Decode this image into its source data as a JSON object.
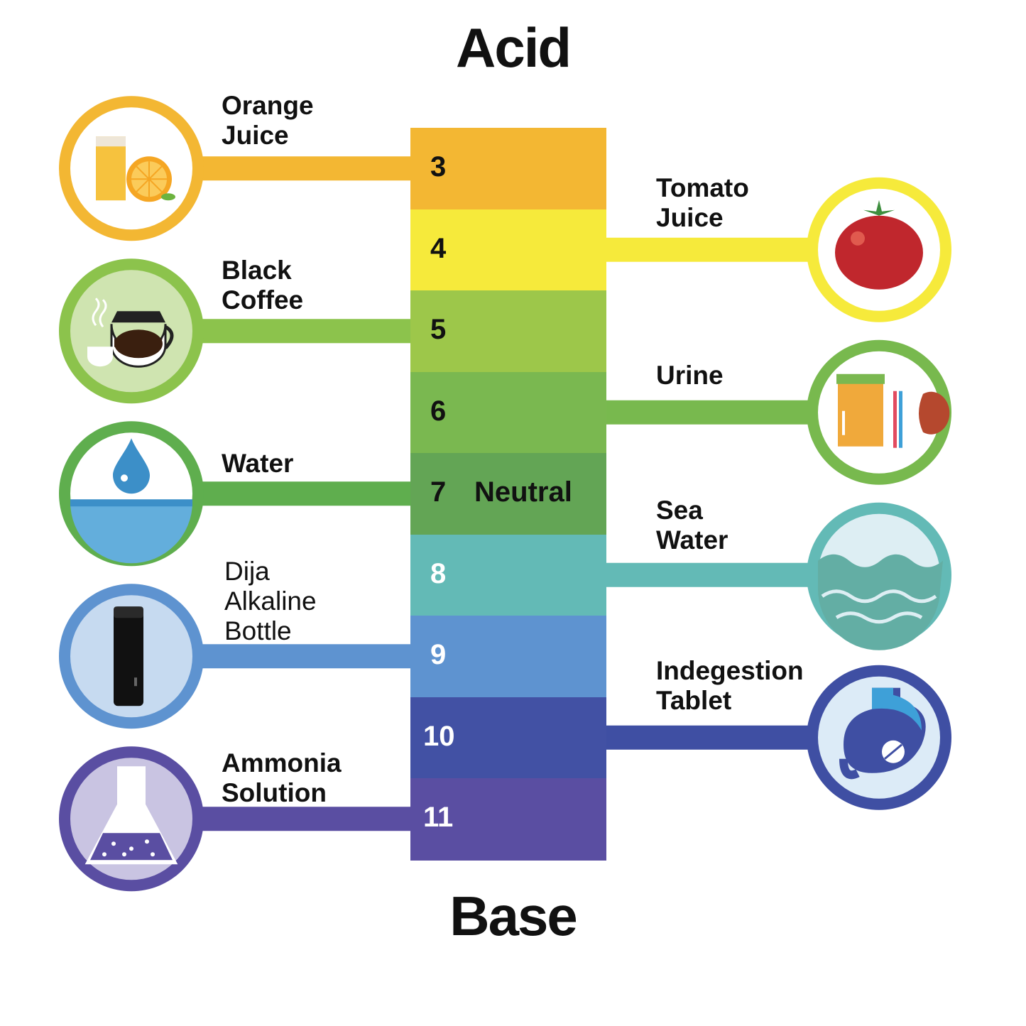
{
  "title_top": "Acid",
  "title_bottom": "Base",
  "scale": [
    {
      "ph": "3",
      "color": "#F3B733",
      "text_color": "#111111"
    },
    {
      "ph": "4",
      "color": "#F6EA3B",
      "text_color": "#111111"
    },
    {
      "ph": "5",
      "color": "#9DC74A",
      "text_color": "#111111"
    },
    {
      "ph": "6",
      "color": "#7AB850",
      "text_color": "#111111"
    },
    {
      "ph": "7",
      "color": "#63A555",
      "text_color": "#111111"
    },
    {
      "ph": "8",
      "color": "#63BAB6",
      "text_color": "#ffffff"
    },
    {
      "ph": "9",
      "color": "#5E93D0",
      "text_color": "#ffffff"
    },
    {
      "ph": "10",
      "color": "#4251A4",
      "text_color": "#ffffff"
    },
    {
      "ph": "11",
      "color": "#5A4EA2",
      "text_color": "#ffffff"
    }
  ],
  "neutral_label": "Neutral",
  "items_left": [
    {
      "label": "Orange\nJuice",
      "ph": 3,
      "color": "#F3B733",
      "icon": "orange-juice-icon"
    },
    {
      "label": "Black\nCoffee",
      "ph": 5,
      "color": "#8CC34C",
      "icon": "coffee-pot-icon"
    },
    {
      "label": "Water",
      "ph": 7,
      "color": "#5FAE4E",
      "icon": "water-drop-icon"
    },
    {
      "label": "Dija\nAlkaline\nBottle",
      "ph": 9,
      "color": "#5E93D0",
      "icon": "bottle-icon"
    },
    {
      "label": "Ammonia\nSolution",
      "ph": 11,
      "color": "#5A4EA2",
      "icon": "flask-icon"
    }
  ],
  "items_right": [
    {
      "label": "Tomato\nJuice",
      "ph": 4,
      "color": "#F6EA3B",
      "icon": "tomato-icon"
    },
    {
      "label": "Urine",
      "ph": 6,
      "color": "#78B94E",
      "icon": "urine-kidney-icon"
    },
    {
      "label": "Sea\nWater",
      "ph": 8,
      "color": "#63BAB6",
      "icon": "sea-wave-icon"
    },
    {
      "label": "Indegestion\nTablet",
      "ph": 10,
      "color": "#3F4FA3",
      "icon": "stomach-tablet-icon"
    }
  ]
}
